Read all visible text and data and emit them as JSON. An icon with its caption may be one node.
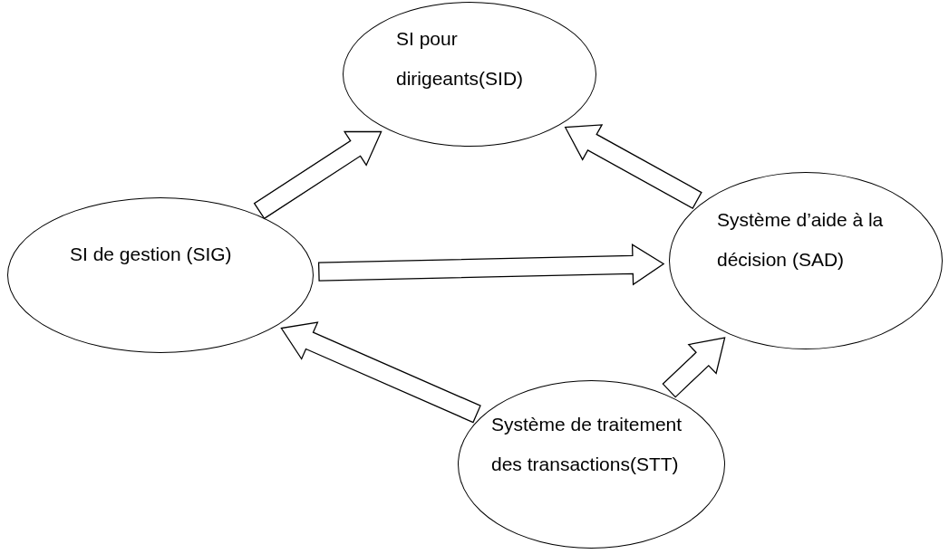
{
  "diagram": {
    "nodes": [
      {
        "text": [
          "SI pour dirigeants(SID)"
        ]
      },
      {
        "text": [
          "SI de gestion (SIG)"
        ]
      },
      {
        "text": [
          "Système d’aide à la décision (SAD)"
        ]
      },
      {
        "text": [
          "Système de traitement des transactions(STT)"
        ]
      }
    ],
    "edges": [
      {
        "from": 1,
        "to": 0,
        "arrow": "to"
      },
      {
        "from": 1,
        "to": 2,
        "arrow": "to"
      },
      {
        "from": 2,
        "to": 0,
        "arrow": "to"
      },
      {
        "from": 3,
        "to": 1,
        "arrow": "to"
      },
      {
        "from": 3,
        "to": 2,
        "arrow": "to"
      }
    ]
  }
}
